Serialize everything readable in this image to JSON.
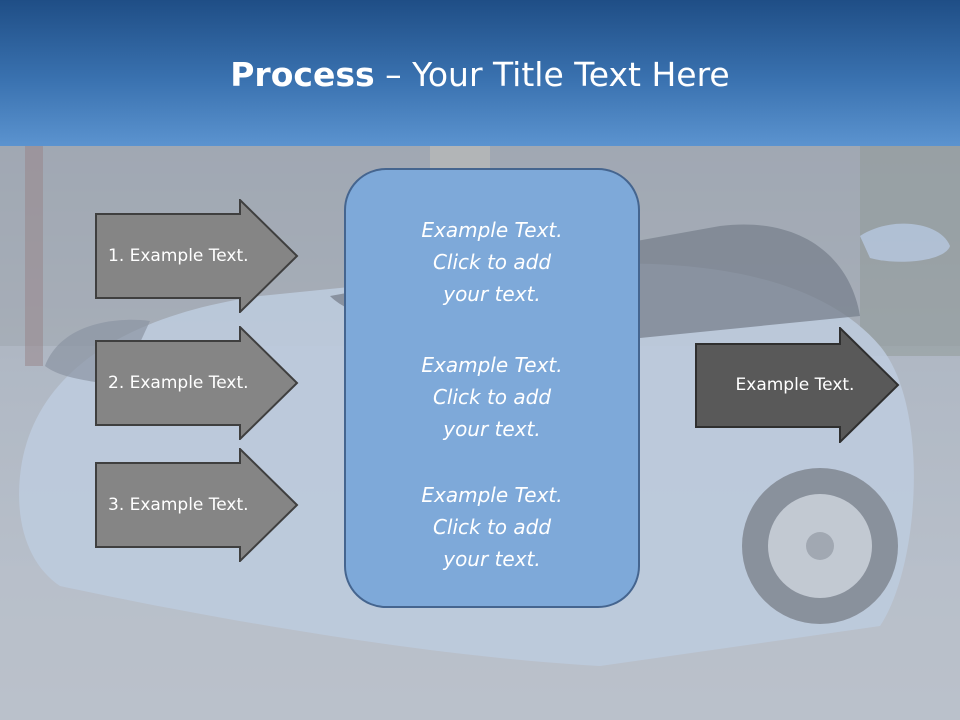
{
  "title": {
    "bold": "Process",
    "rest": " – Your Title Text Here"
  },
  "arrows": {
    "left": [
      {
        "label": "1. Example Text."
      },
      {
        "label": "2. Example Text."
      },
      {
        "label": "3. Example Text."
      }
    ],
    "right": {
      "label": "Example Text."
    }
  },
  "panel": {
    "blocks": [
      {
        "line1": "Example Text.",
        "line2": "Click  to add",
        "line3": "your text."
      },
      {
        "line1": "Example Text.",
        "line2": "Click  to add",
        "line3": "your text."
      },
      {
        "line1": "Example Text.",
        "line2": "Click  to add",
        "line3": "your text."
      }
    ]
  },
  "colors": {
    "header_top": "#1f4e86",
    "header_bottom": "#5b93cf",
    "arrow_light": "#858585",
    "arrow_dark": "#595959",
    "panel_fill": "#7ea9d9",
    "panel_border": "#45658f"
  }
}
